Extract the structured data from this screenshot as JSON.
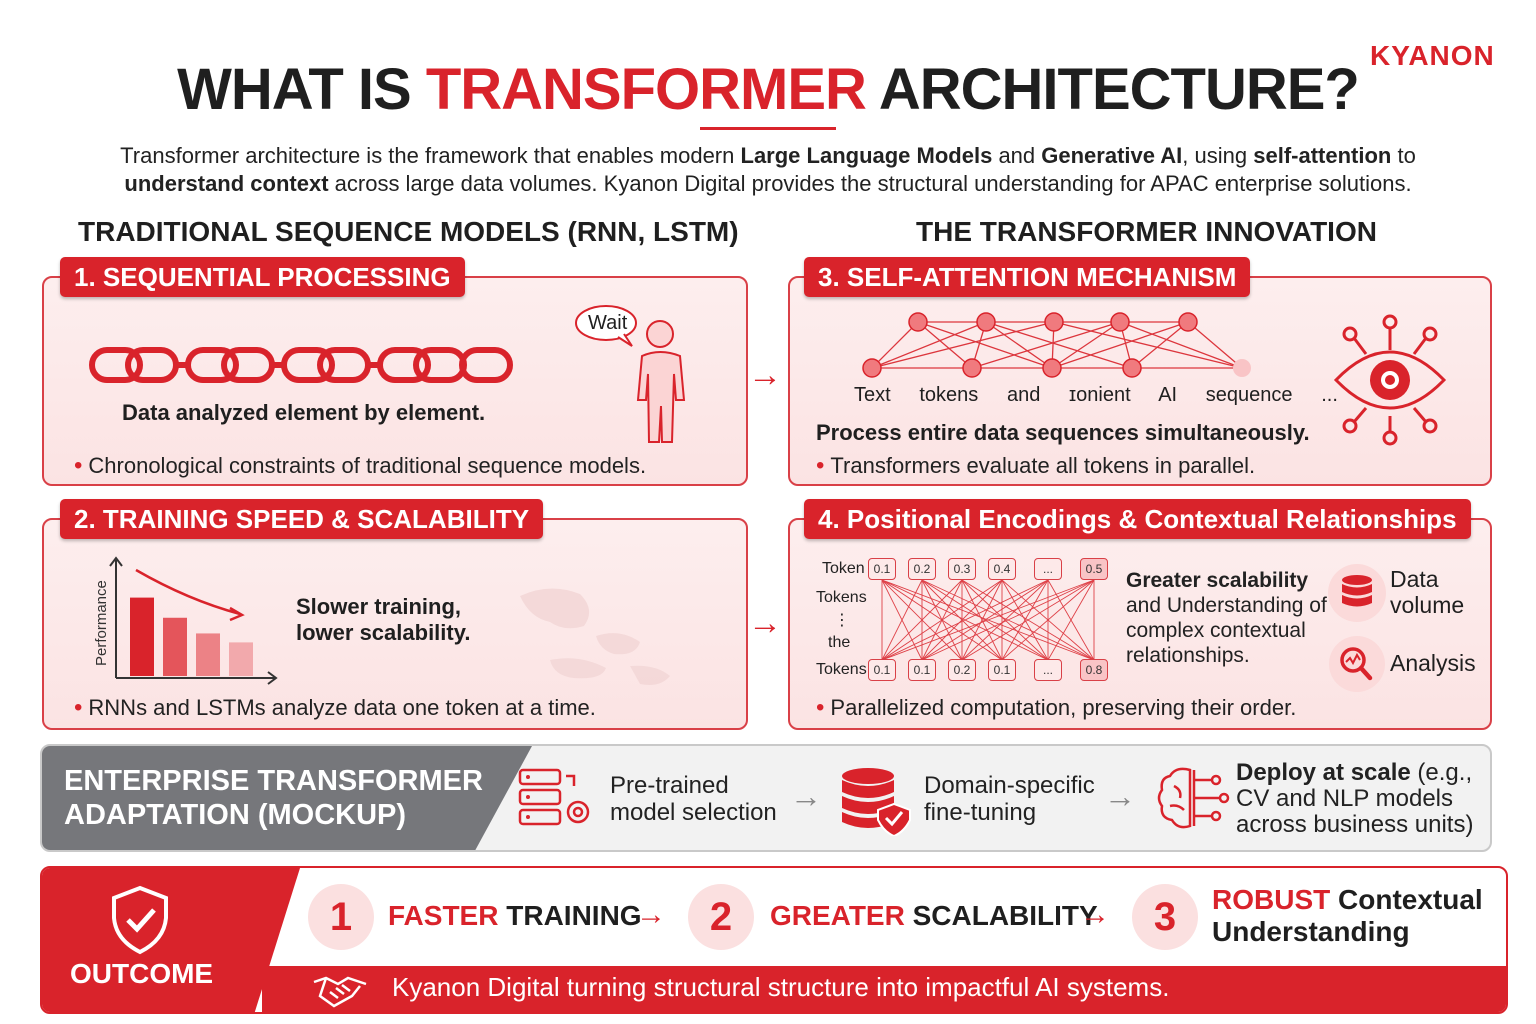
{
  "brand": {
    "logo": "KYANON"
  },
  "header": {
    "title_pre": "WHAT IS ",
    "title_highlight": "TRANSFORMER",
    "title_post": " ARCHITECTURE?",
    "intro": {
      "p1": "Transformer architecture is the framework that enables modern ",
      "b1": "Large Language Models",
      "p2": " and ",
      "b2": "Generative AI",
      "p3": ", using ",
      "b3": "self-attention",
      "p4": " to ",
      "b4": "understand context",
      "p5": " across large data volumes. Kyanon Digital provides the structural understanding for APAC enterprise solutions."
    }
  },
  "columns": {
    "left_heading": "TRADITIONAL SEQUENCE MODELS (RNN, LSTM)",
    "right_heading": "THE TRANSFORMER INNOVATION"
  },
  "panels": {
    "p1": {
      "tab": "1. SEQUENTIAL PROCESSING",
      "wait": "Wait",
      "headline": "Data analyzed element by element.",
      "bullet": "Chronological constraints of traditional sequence models."
    },
    "p2": {
      "tab": "2. TRAINING SPEED & SCALABILITY",
      "axis_label": "Performance",
      "bar_values": [
        0.7,
        0.52,
        0.38,
        0.3
      ],
      "headline_l1": "Slower training,",
      "headline_l2": "lower scalability.",
      "bullet": "RNNs and LSTMs analyze data one token at a time."
    },
    "p3": {
      "tab": "3. SELF-ATTENTION MECHANISM",
      "tokens": [
        "Text",
        "tokens",
        "and",
        "ɪonient",
        "AI",
        "sequence",
        "..."
      ],
      "headline": "Process entire data sequences simultaneously.",
      "bullet": "Transformers evaluate all tokens in parallel."
    },
    "p4": {
      "tab": "4. Positional Encodings & Contextual Relationships",
      "row_labels": {
        "top": "Token",
        "mid1": "Tokens",
        "dots": "⋮",
        "mid2": "the",
        "bottom": "Tokens"
      },
      "top_values": [
        "0.1",
        "0.2",
        "0.3",
        "0.4",
        "...",
        "0.5"
      ],
      "bottom_values": [
        "0.1",
        "0.1",
        "0.2",
        "0.1",
        "...",
        "0.8"
      ],
      "scal_bold": "Greater scalability",
      "scal_rest_l1": "and Understanding of",
      "scal_rest_l2": "complex contextual",
      "scal_rest_l3": "relationships.",
      "data_volume_l1": "Data",
      "data_volume_l2": "volume",
      "analysis": "Analysis",
      "bullet": "Parallelized computation, preserving their order."
    }
  },
  "enterprise": {
    "title_l1": "ENTERPRISE TRANSFORMER",
    "title_l2": "ADAPTATION (MOCKUP)",
    "step1_l1": "Pre-trained",
    "step1_l2": "model selection",
    "step2_l1": "Domain-specific",
    "step2_l2": "fine-tuning",
    "step3_bold": "Deploy at scale",
    "step3_l1_rest": " (e.g.,",
    "step3_l2": "CV and NLP models",
    "step3_l3": "across business units)"
  },
  "outcome": {
    "label": "OUTCOME",
    "items": [
      {
        "num": "1",
        "red": "FASTER",
        "rest": " TRAINING"
      },
      {
        "num": "2",
        "red": "GREATER",
        "rest": " SCALABILITY"
      },
      {
        "num": "3",
        "red": "ROBUST",
        "rest": " Contextual",
        "l2": "Understanding"
      }
    ],
    "footer": "Kyanon Digital turning structural structure into impactful AI systems."
  },
  "colors": {
    "accent": "#d9232b",
    "panel_bg": "#fbe3e3",
    "grey": "#76777b"
  }
}
